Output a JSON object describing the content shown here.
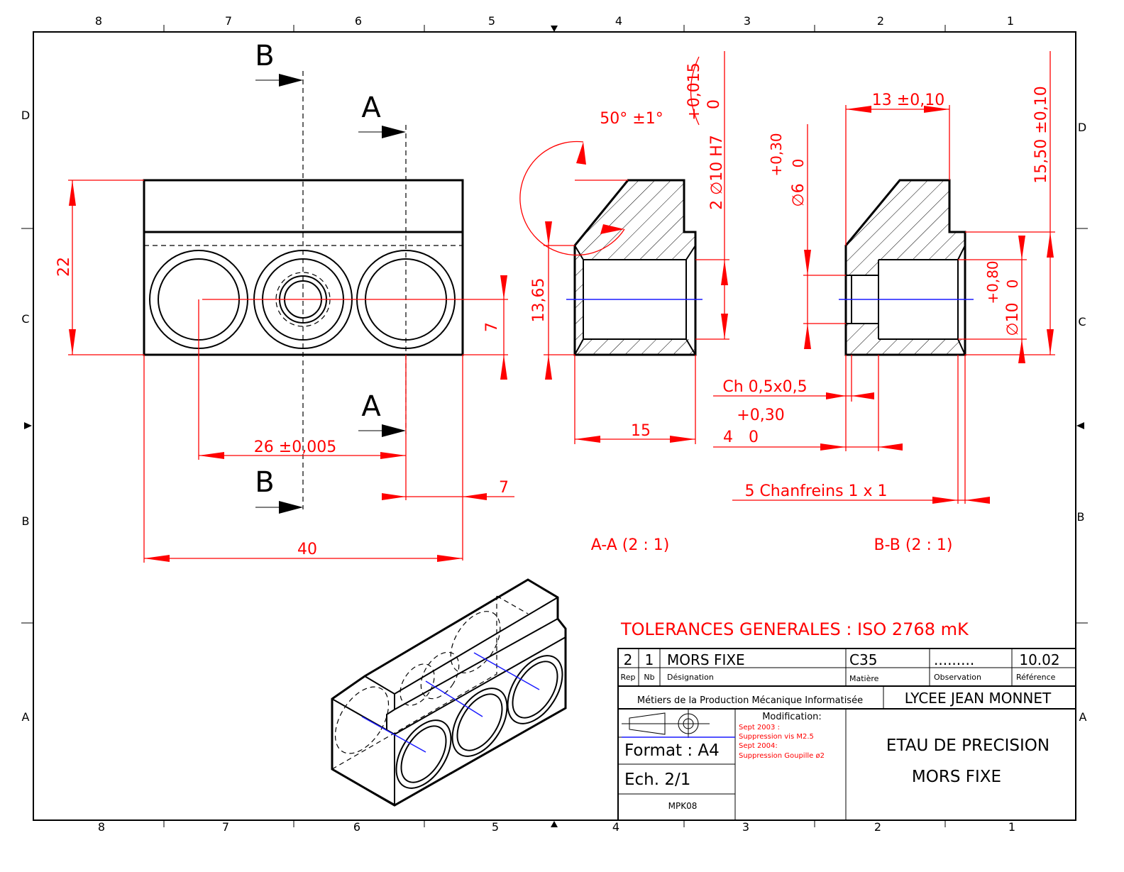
{
  "zones": {
    "columns": [
      "8",
      "7",
      "6",
      "5",
      "4",
      "3",
      "2",
      "1"
    ],
    "rows": [
      "D",
      "C",
      "B",
      "A"
    ]
  },
  "section_labels": {
    "b_top": "B",
    "a_top": "A",
    "a_bottom": "A",
    "b_bottom": "B"
  },
  "dimensions": {
    "front_height": "22",
    "front_center_offset": "7",
    "hole_spacing": "26 ±0,005",
    "right_offset": "7",
    "total_length": "40",
    "aa_height": "13,65",
    "aa_width": "15",
    "angle": "50° ±1°",
    "bore_main": "2 ∅10 H7",
    "bore_tol_upper": "+0,015",
    "bore_tol_lower": "0",
    "small_bore_main": "∅6",
    "small_bore_tol_upper": "+0,30",
    "small_bore_tol_lower": "0",
    "bb_top_width": "13 ±0,10",
    "bb_height": "15,50 ±0,10",
    "bb_bore_main": "∅10",
    "bb_bore_tol_upper": "+0,80",
    "bb_bore_tol_lower": "0",
    "chamfer_small": "Ch 0,5x0,5",
    "depth_main": "4",
    "depth_tol_upper": "+0,30",
    "depth_tol_lower": "0",
    "chamfers": "5 Chanfreins 1 x 1"
  },
  "view_labels": {
    "section_aa": "A-A (2 : 1)",
    "section_bb": "B-B (2 : 1)"
  },
  "general_tolerances": "TOLERANCES GENERALES : ISO 2768 mK",
  "title_block": {
    "rep": "2",
    "nb": "1",
    "designation": "MORS FIXE",
    "material": "C35",
    "observation": ".........",
    "reference": "10.02",
    "headers": {
      "rep": "Rep",
      "nb": "Nb",
      "designation": "Désignation",
      "material": "Matière",
      "observation": "Observation",
      "reference": "Référence"
    },
    "school_program": "Métiers de la Production Mécanique Informatisée",
    "school": "LYCEE JEAN MONNET",
    "modification_title": "Modification:",
    "modifications": [
      "Sept 2003 :",
      "Suppression vis M2.5",
      "Sept 2004:",
      "Suppression Goupille ø2"
    ],
    "format": "Format : A4",
    "scale": "Ech.  2/1",
    "code": "MPK08",
    "title_line1": "ETAU DE PRECISION",
    "title_line2": "MORS FIXE"
  },
  "colors": {
    "dimension": "#ff0000",
    "outline": "#000000",
    "axis": "#1a1aff"
  }
}
